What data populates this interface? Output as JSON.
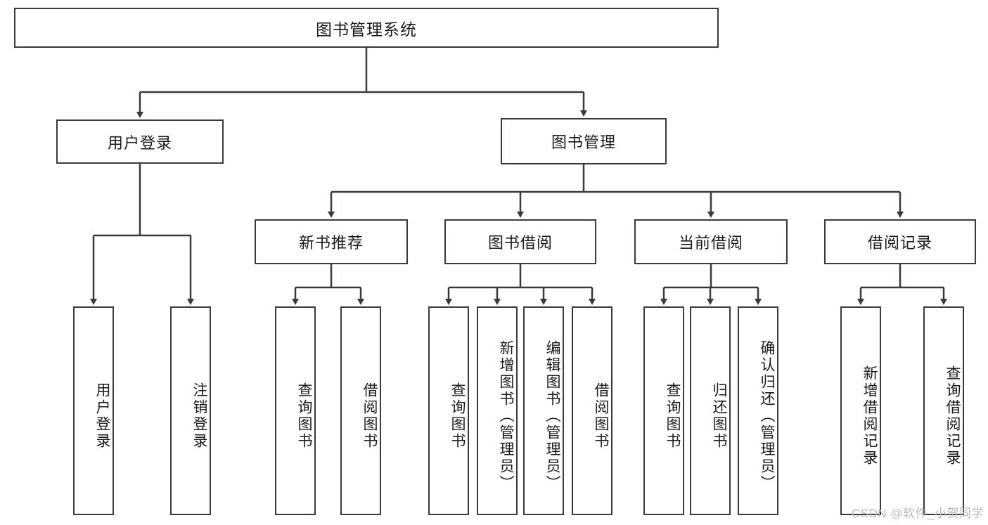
{
  "diagram": {
    "type": "functional-hierarchy-tree",
    "title": "图书管理系统",
    "levels": {
      "root": {
        "label": "图书管理系统"
      },
      "level2": [
        {
          "label": "用户登录"
        },
        {
          "label": "图书管理"
        }
      ],
      "level3": [
        {
          "label": "新书推荐",
          "parent": "图书管理"
        },
        {
          "label": "图书借阅",
          "parent": "图书管理"
        },
        {
          "label": "当前借阅",
          "parent": "图书管理"
        },
        {
          "label": "借阅记录",
          "parent": "图书管理"
        }
      ],
      "leaves": [
        {
          "label": "用户登录",
          "parent": "用户登录"
        },
        {
          "label": "注销登录",
          "parent": "用户登录"
        },
        {
          "label": "查询图书",
          "parent": "新书推荐"
        },
        {
          "label": "借阅图书",
          "parent": "新书推荐"
        },
        {
          "label": "查询图书",
          "parent": "图书借阅"
        },
        {
          "label": "新增图书（管理员）",
          "parent": "图书借阅"
        },
        {
          "label": "编辑图书（管理员）",
          "parent": "图书借阅"
        },
        {
          "label": "借阅图书",
          "parent": "图书借阅"
        },
        {
          "label": "查询图书",
          "parent": "当前借阅"
        },
        {
          "label": "归还图书",
          "parent": "当前借阅"
        },
        {
          "label": "确认归还（管理员）",
          "parent": "当前借阅"
        },
        {
          "label": "新增借阅记录",
          "parent": "借阅记录"
        },
        {
          "label": "查询借阅记录",
          "parent": "借阅记录"
        }
      ]
    },
    "watermark": "CSDN @软件_小贺同学",
    "colors": {
      "box_border": "#3a3a3a",
      "box_fill": "#ffffff",
      "connector": "#3a3a3a",
      "text": "#1a1a1a",
      "watermark": "#b9b9b9",
      "background": "#ffffff"
    }
  }
}
